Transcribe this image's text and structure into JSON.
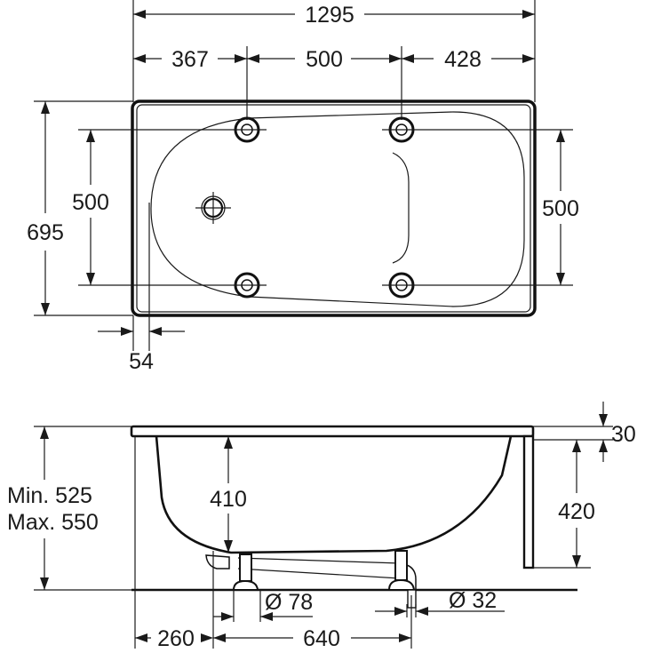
{
  "top_view": {
    "overall_length": "1295",
    "segment_left": "367",
    "segment_middle": "500",
    "segment_right": "428",
    "overall_width": "695",
    "feet_spacing_left": "500",
    "feet_spacing_right": "500",
    "rim_offset": "54"
  },
  "side_view": {
    "total_height": [
      "Min. 525",
      "Max. 550"
    ],
    "inner_depth": "410",
    "rim_thickness": "30",
    "panel_height": "420",
    "foot_diameter": "Ø 78",
    "drain_diameter": "Ø 32",
    "foot_offset": "260",
    "foot_spacing": "640"
  }
}
